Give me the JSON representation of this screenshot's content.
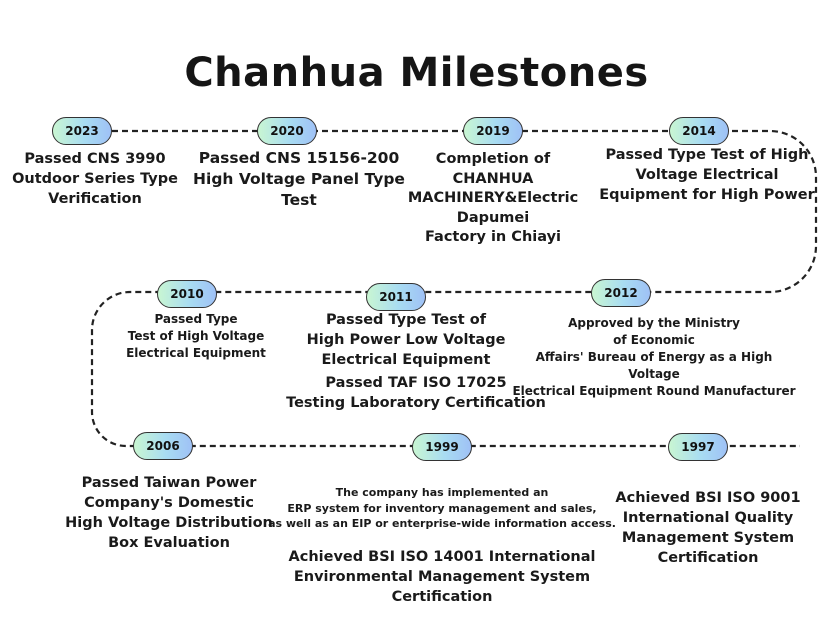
{
  "title": "Chanhua Milestones",
  "colors": {
    "pill_gradient_start": "#c9f6d2",
    "pill_gradient_mid": "#a8dcf2",
    "pill_gradient_end": "#9fc1f6",
    "timeline_line": "#222222"
  },
  "milestones": [
    {
      "year": "2023",
      "text": "Passed CNS 3990\nOutdoor Series Type\nVerification"
    },
    {
      "year": "2020",
      "text": "Passed CNS 15156-200\nHigh Voltage Panel Type Test"
    },
    {
      "year": "2019",
      "text": "Completion of\nCHANHUA\nMACHINERY&Electric\nDapumei\nFactory in Chiayi"
    },
    {
      "year": "2014",
      "text": "Passed Type Test of High\nVoltage Electrical\nEquipment for High Power"
    },
    {
      "year": "2010",
      "text": "Passed Type\nTest of High Voltage\nElectrical Equipment"
    },
    {
      "year": "2011",
      "text": "Passed Type Test of\nHigh Power Low Voltage\nElectrical Equipment",
      "text2": "Passed TAF ISO 17025\nTesting Laboratory Certification"
    },
    {
      "year": "2012",
      "text": "Approved by the Ministry\nof Economic\nAffairs' Bureau of Energy as a High Voltage\nElectrical Equipment Round Manufacturer"
    },
    {
      "year": "2006",
      "text": "Passed Taiwan Power\nCompany's Domestic\nHigh Voltage Distribution\nBox Evaluation"
    },
    {
      "year": "1999",
      "text": "The company has implemented an\nERP  system for inventory management and sales,\nas well as an EIP or enterprise-wide information access.",
      "text2": "Achieved BSI ISO 14001 International\nEnvironmental Management System\nCertification"
    },
    {
      "year": "1997",
      "text": "Achieved BSI ISO 9001\nInternational Quality\nManagement System\nCertification"
    }
  ]
}
